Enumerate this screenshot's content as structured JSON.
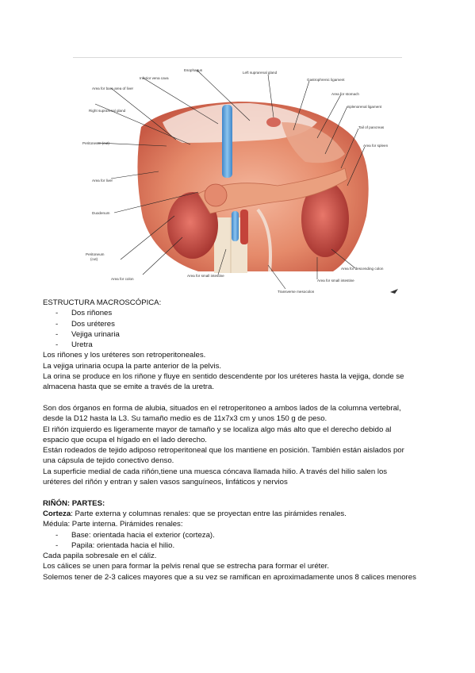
{
  "figure": {
    "labels": {
      "esophagus": "Esophagus",
      "left_suprarenal": "Left suprarenal gland",
      "ivc": "Inferior vena cava",
      "gastrophrenic": "Gastrophrenic ligament",
      "bare_area": "Area for bare area of liver",
      "stomach": "Area for stomach",
      "right_suprarenal": "Right suprarenal gland",
      "splenorenal": "Splenorenal ligament",
      "tail_pancreas": "Tail of pancreas",
      "peritoneum_cut_1": "Peritoneum (cut)",
      "spleen": "Area for spleen",
      "liver": "Area for liver",
      "duodenum": "Duodenum",
      "peritoneum_cut_2a": "Peritoneum",
      "peritoneum_cut_2b": "(cut)",
      "descending_colon": "Area for descending colon",
      "colon": "Area for colon",
      "small_intestine_1": "Area for small intestine",
      "small_intestine_2": "Area for small intestine",
      "transverse_mesocolon": "Transverse mesocolon"
    }
  },
  "content": {
    "heading_macro": "ESTRUCTURA MACROSCÓPICA:",
    "list1": [
      "Dos riñones",
      "Dos uréteres",
      "Vejiga urinaria",
      "Uretra"
    ],
    "dash": "-",
    "p1": "Los riñones y los uréteres son retroperitoneales.",
    "p2": "La vejiga urinaria ocupa la parte anterior de la pelvis.",
    "p3a": "La orina se produce en los riñone y fluye en sentido descendente por los uréteres hasta la vejiga, donde se",
    "p3b": "almacena hasta que se emite a través de la uretra.",
    "p4a": "Son dos órganos en forma de alubia, situados en el retroperitoneo a ambos lados de la columna vertebral,",
    "p4b": "desde la D12 hasta la L3. Su tamaño medio es de 11x7x3 cm y unos 150 g de peso.",
    "p5a": "El riñón izquierdo es ligeramente mayor de tamaño y se localiza algo más alto que el derecho debido al",
    "p5b": "espacio que ocupa el hígado en el lado derecho.",
    "p6a": "Están rodeados de tejido adiposo retroperitoneal que los mantiene en posición. También están aislados por",
    "p6b": "una cápsula de tejido conectivo denso.",
    "p7a": "La superficie medial de cada riñón,tiene una muesca cóncava llamada hilio. A través del hilio salen los",
    "p7b": "uréteres del riñón y entran y salen vasos sanguíneos, linfáticos y nervios",
    "heading_partes": "RIÑÓN: PARTES:",
    "corteza_label": "Corteza",
    "corteza_text": ": Parte externa y columnas renales: que se proyectan entre las pirámides renales.",
    "medula": "Médula: Parte interna. Pirámides renales:",
    "list2": [
      "Base: orientada hacia el exterior (corteza).",
      "Papila: orientada hacia el hilio."
    ],
    "p8": "Cada papila sobresale en el cáliz.",
    "p9": "Los cálices se unen para formar la pelvis renal que se estrecha para formar el uréter.",
    "p10": "Solemos tener de 2-3 calices mayores que a su vez se ramifican en aproximadamente unos 8 calices menores"
  }
}
